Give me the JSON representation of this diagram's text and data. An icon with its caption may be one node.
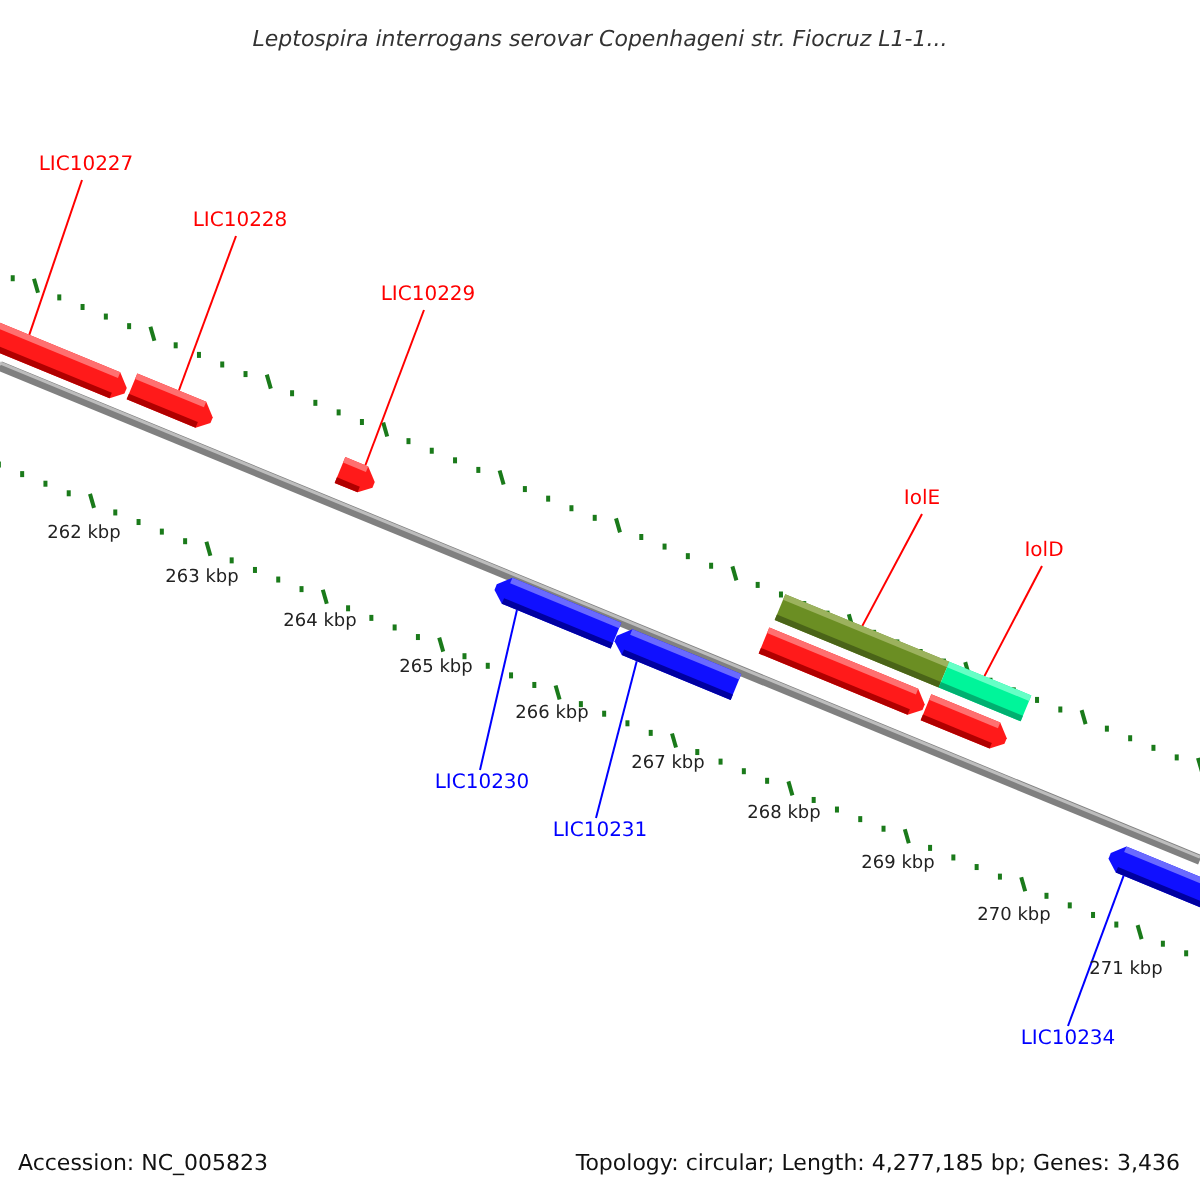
{
  "diagram": {
    "title": "Leptospira interrogans serovar Copenhageni str. Fiocruz L1-1...",
    "nodes": [
      {
        "text": [
          "LIC10227"
        ]
      },
      {
        "text": [
          "LIC10228"
        ]
      },
      {
        "text": [
          "LIC10229"
        ]
      },
      {
        "text": [
          "IolE"
        ]
      },
      {
        "text": [
          "IolD"
        ]
      },
      {
        "text": [
          "LIC10230"
        ]
      },
      {
        "text": [
          "LIC10231"
        ]
      },
      {
        "text": [
          "LIC10234"
        ]
      },
      {
        "text": [],
        "shape": "arrow"
      },
      {
        "text": [],
        "shape": "arrow"
      },
      {
        "text": [],
        "shape": "arrow"
      },
      {
        "text": [],
        "shape": "arrow"
      },
      {
        "text": [],
        "shape": "arrow"
      },
      {
        "text": [],
        "shape": "bar"
      },
      {
        "text": [],
        "shape": "bar"
      },
      {
        "text": [],
        "shape": "arrow"
      },
      {
        "text": [],
        "shape": "arrow"
      },
      {
        "text": [],
        "shape": "arrow"
      }
    ],
    "edges": [
      {
        "from": 0,
        "to": 8,
        "arrow": "none"
      },
      {
        "from": 1,
        "to": 9,
        "arrow": "none"
      },
      {
        "from": 2,
        "to": 10,
        "arrow": "none"
      },
      {
        "from": 3,
        "to": 13,
        "arrow": "none"
      },
      {
        "from": 4,
        "to": 14,
        "arrow": "none"
      },
      {
        "from": 5,
        "to": 11,
        "arrow": "none",
        "color": "#0000ff"
      },
      {
        "from": 6,
        "to": 12,
        "arrow": "none",
        "color": "#0000ff"
      },
      {
        "from": 7,
        "to": 17,
        "arrow": "none",
        "color": "#0000ff"
      }
    ],
    "labels": [
      "262 kbp",
      "263 kbp",
      "264 kbp",
      "265 kbp",
      "266 kbp",
      "267 kbp",
      "268 kbp",
      "269 kbp",
      "270 kbp",
      "271 kbp",
      "Accession: NC_005823",
      "Topology: circular; Length: 4,277,185 bp; Genes: 3,436"
    ]
  }
}
